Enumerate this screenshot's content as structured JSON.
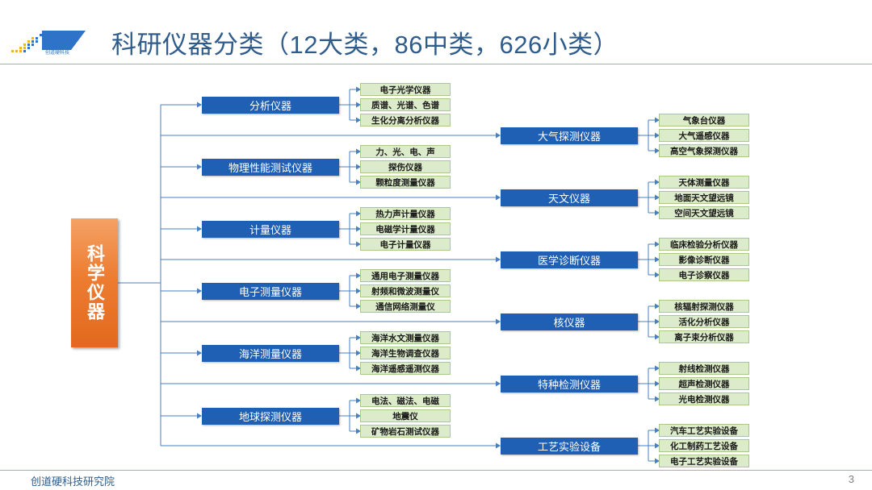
{
  "title": "科研仪器分类（12大类，86中类，626小类）",
  "logo_text": "创道硬科技",
  "footer": "创道硬科技研究院",
  "page_number": "3",
  "root": "科学仪器",
  "colors": {
    "title": "#2f5c8a",
    "category": "#1f5fb4",
    "subcategory": "#dcebc9",
    "root": "#ed7d31",
    "line": "#4a7fc1"
  },
  "left_categories": [
    {
      "name": "分析仪器",
      "items": [
        "电子光学仪器",
        "质谱、光谱、色谱",
        "生化分离分析仪器"
      ]
    },
    {
      "name": "物理性能测试仪器",
      "items": [
        "力、光、电、声",
        "探伤仪器",
        "颗粒度测量仪器"
      ]
    },
    {
      "name": "计量仪器",
      "items": [
        "热力声计量仪器",
        "电磁学计量仪器",
        "电子计量仪器"
      ]
    },
    {
      "name": "电子测量仪器",
      "items": [
        "通用电子测量仪器",
        "射频和微波测量仪",
        "通信网络测量仪"
      ]
    },
    {
      "name": "海洋测量仪器",
      "items": [
        "海洋水文测量仪器",
        "海洋生物调查仪器",
        "海洋遥感遥测仪器"
      ]
    },
    {
      "name": "地球探测仪器",
      "items": [
        "电法、磁法、电磁",
        "地震仪",
        "矿物岩石测试仪器"
      ]
    }
  ],
  "right_categories": [
    {
      "name": "大气探测仪器",
      "items": [
        "气象台仪器",
        "大气遥感仪器",
        "高空气象探测仪器"
      ]
    },
    {
      "name": "天文仪器",
      "items": [
        "天体测量仪器",
        "地面天文望远镜",
        "空间天文望远镜"
      ]
    },
    {
      "name": "医学诊断仪器",
      "items": [
        "临床检验分析仪器",
        "影像诊断仪器",
        "电子诊察仪器"
      ]
    },
    {
      "name": "核仪器",
      "items": [
        "核辐射探测仪器",
        "活化分析仪器",
        "离子束分析仪器"
      ]
    },
    {
      "name": "特种检测仪器",
      "items": [
        "射线检测仪器",
        "超声检测仪器",
        "光电检测仪器"
      ]
    },
    {
      "name": "工艺实验设备",
      "items": [
        "汽车工艺实验设备",
        "化工制药工艺设备",
        "电子工艺实验设备"
      ]
    }
  ]
}
